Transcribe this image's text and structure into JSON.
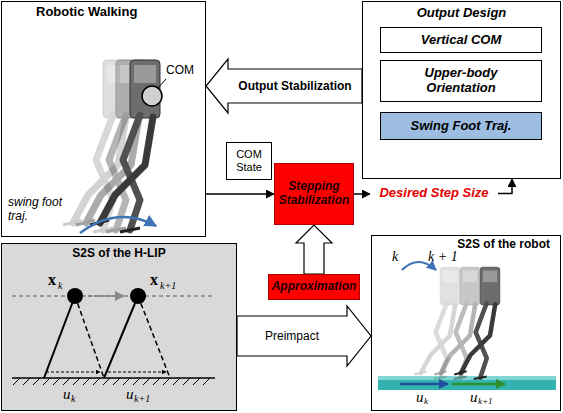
{
  "diagram": {
    "nodes": [
      {
        "text": [
          "Robotic Walking"
        ]
      },
      {
        "text": [
          "Output Design"
        ]
      },
      {
        "text": [
          "Vertical COM"
        ],
        "in": 1
      },
      {
        "text": [
          "Upper-body Orientation"
        ],
        "in": 1
      },
      {
        "text": [
          "Swing Foot Traj."
        ],
        "in": 1
      },
      {
        "text": [
          "COM State"
        ]
      },
      {
        "text": [
          "Stepping Stabilization"
        ]
      },
      {
        "text": [
          "Desired Step Size"
        ]
      },
      {
        "text": [
          "S2S of the H-LIP"
        ]
      },
      {
        "text": [
          "Approximation"
        ]
      },
      {
        "text": [
          "S2S of the robot"
        ]
      }
    ],
    "edges": [
      {
        "from": 1,
        "to": 0,
        "arrow": "to",
        "label": "Output Stabilization"
      },
      {
        "from": 0,
        "to": 6,
        "arrow": "to"
      },
      {
        "from": 6,
        "to": 7,
        "arrow": "to"
      },
      {
        "from": 7,
        "to": 1,
        "arrow": "to"
      },
      {
        "from": 9,
        "to": 6,
        "arrow": "to"
      },
      {
        "from": 8,
        "to": 10,
        "arrow": "to",
        "label": "Preimpact"
      }
    ],
    "labels": [
      "COM",
      "swing foot traj.",
      "x",
      "k",
      "x",
      "k+1",
      "u",
      "k",
      "u",
      "k+1",
      "k",
      "k + 1",
      "u",
      "k",
      "u",
      "k+1"
    ]
  }
}
